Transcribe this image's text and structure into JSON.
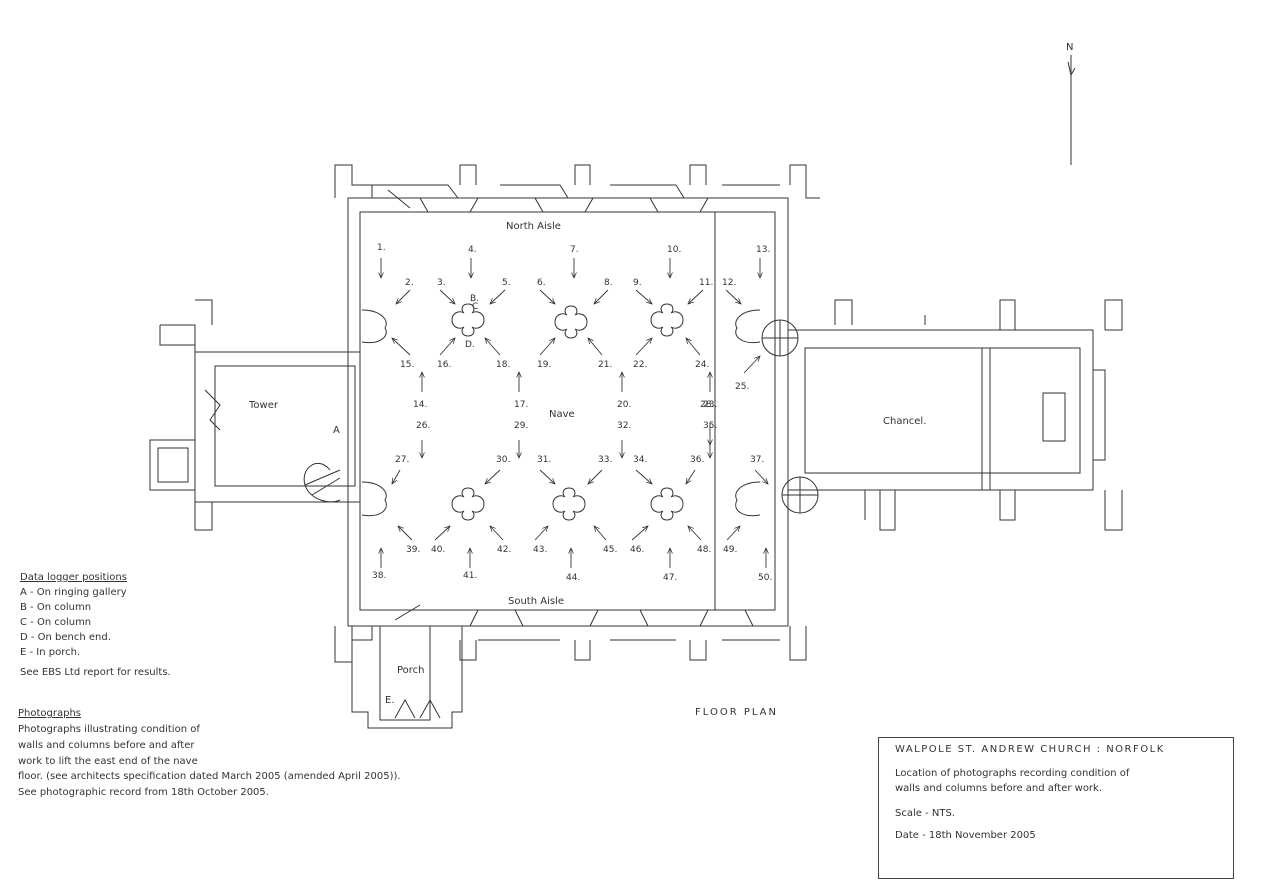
{
  "north": {
    "label": "N"
  },
  "rooms": {
    "north_aisle": "North Aisle",
    "south_aisle": "South Aisle",
    "nave": "Nave",
    "tower": "Tower",
    "chancel": "Chancel.",
    "porch": "Porch",
    "porch_logger": "E.",
    "tower_logger": "A"
  },
  "floor_plan_label": "FLOOR PLAN",
  "logger_markers": {
    "b": "B.",
    "c": "C",
    "d": "D."
  },
  "photo_numbers": [
    "1.",
    "2.",
    "3.",
    "4.",
    "5.",
    "6.",
    "7.",
    "8.",
    "9.",
    "10.",
    "11.",
    "12.",
    "13.",
    "14.",
    "15.",
    "16.",
    "17.",
    "18.",
    "19.",
    "20.",
    "21.",
    "22.",
    "23.",
    "24.",
    "25.",
    "26.",
    "27.",
    "28.",
    "29.",
    "30.",
    "31.",
    "32.",
    "33.",
    "34.",
    "35.",
    "36.",
    "37.",
    "38.",
    "39.",
    "40.",
    "41.",
    "42.",
    "43.",
    "44.",
    "45.",
    "46.",
    "47.",
    "48.",
    "49.",
    "50."
  ],
  "data_logger": {
    "title": "Data logger positions",
    "items": [
      "A  -  On ringing gallery",
      "B  -  On column",
      "C  -  On column",
      "D  -  On bench end.",
      "E  -  In porch."
    ],
    "note": "See EBS Ltd report for results."
  },
  "photographs": {
    "title": "Photographs",
    "lines": [
      "Photographs illustrating condition of",
      "walls and columns before and after",
      "work to lift the east end of the nave",
      "floor. (see architects specification dated March 2005 (amended April 2005)).",
      "See photographic record from 18th October 2005."
    ]
  },
  "title_block": {
    "title": "WALPOLE ST. ANDREW CHURCH : NORFOLK",
    "desc1": "Location of photographs recording condition of",
    "desc2": "walls and columns before and after work.",
    "scale": "Scale  -   NTS.",
    "date": "Date  -  18th November 2005"
  }
}
